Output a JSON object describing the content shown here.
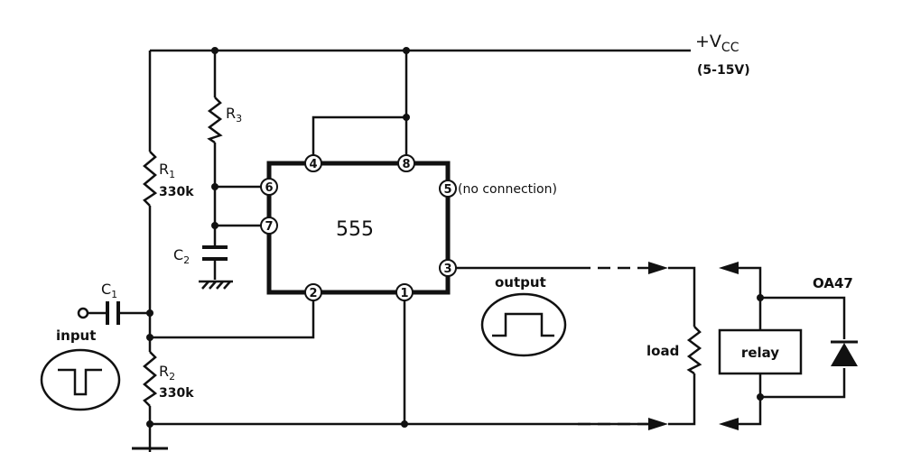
{
  "supply": {
    "label": "+V",
    "subscript": "CC",
    "range": "(5-15V)"
  },
  "ic": {
    "label": "555"
  },
  "pins": [
    "4",
    "8",
    "6",
    "7",
    "5",
    "3",
    "2",
    "1"
  ],
  "pin5_note": "(no connection)",
  "components": {
    "r1": {
      "name": "R",
      "sub": "1",
      "value": "330k"
    },
    "r2": {
      "name": "R",
      "sub": "2",
      "value": "330k"
    },
    "r3": {
      "name": "R",
      "sub": "3"
    },
    "c1": {
      "name": "C",
      "sub": "1"
    },
    "c2": {
      "name": "C",
      "sub": "2"
    }
  },
  "input_label": "input",
  "output_label": "output",
  "load_label": "load",
  "relay_label": "relay",
  "diode_label": "OA47"
}
